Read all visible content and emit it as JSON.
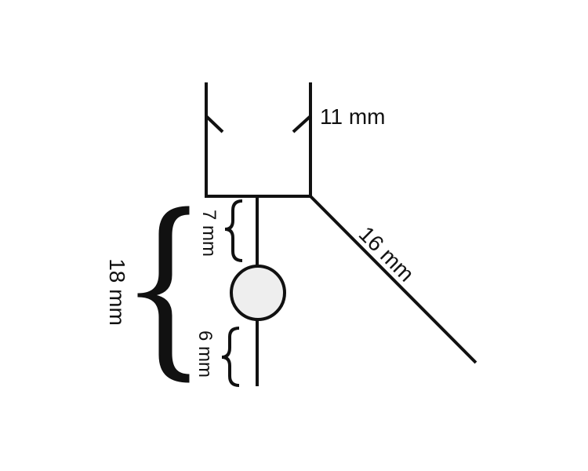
{
  "labels": {
    "top_right": "11 mm",
    "diagonal": "16 mm",
    "left_outer": "18 mm",
    "upper_inner": "7 mm",
    "lower_inner": "6 mm"
  },
  "colors": {
    "stroke": "#111111",
    "circle_fill": "#eeeeee",
    "background": "#ffffff"
  }
}
